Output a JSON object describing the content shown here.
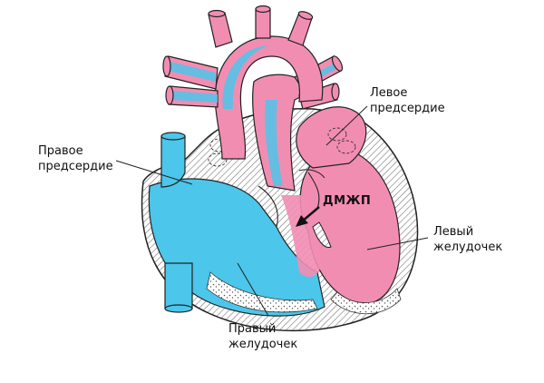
{
  "labels": {
    "left_atrium": "Левое\nпредсердие",
    "right_atrium": "Правое\nпредсердие",
    "defect": "ДМЖП",
    "left_ventricle": "Левый\nжелудочек",
    "right_ventricle": "Правый\nжелудочек"
  },
  "colors": {
    "oxygenated": "#f28db2",
    "deoxygenated": "#4cc6ea",
    "outline": "#222222",
    "myocardium_hatch": "#9a9a9a"
  }
}
